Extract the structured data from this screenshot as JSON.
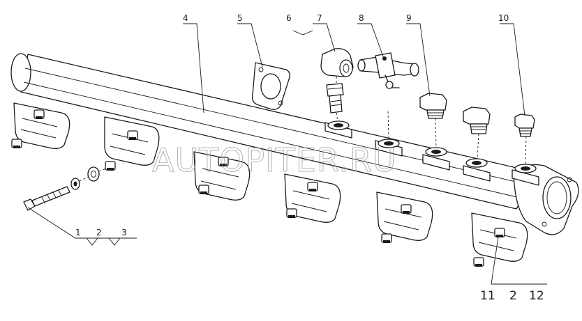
{
  "watermark": "AUTOPITER.RU",
  "callouts": {
    "c1": "1",
    "c2": "2",
    "c3": "3",
    "c4": "4",
    "c5": "5",
    "c6": "6",
    "c7": "7",
    "c8": "8",
    "c9": "9",
    "c10": "10",
    "c11": "11",
    "c2b": "2",
    "c12": "12"
  }
}
